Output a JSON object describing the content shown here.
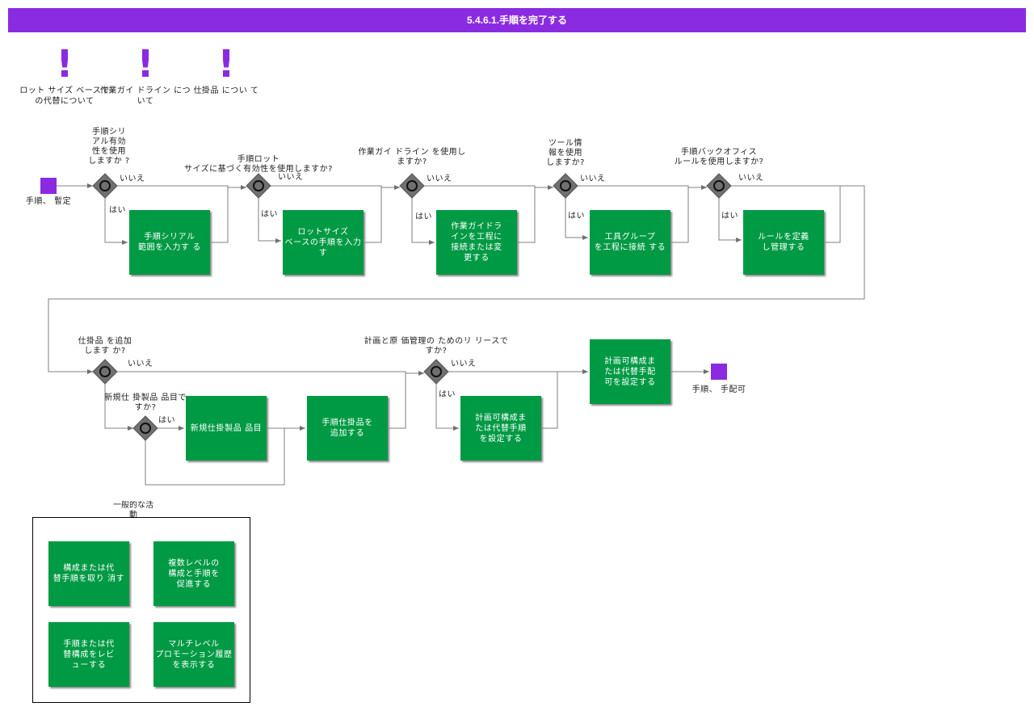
{
  "header": {
    "title": "5.4.6.1.手順を完了する"
  },
  "colors": {
    "purple": "#8a2be2",
    "green": "#009a44",
    "gateway": "#707070",
    "line": "#808080"
  },
  "notes": [
    {
      "icon": "exclamation-icon",
      "text": "ロット サイズ\nベースでの代替について"
    },
    {
      "icon": "exclamation-icon",
      "text": "作業ガイ ドライン\nについて"
    },
    {
      "icon": "exclamation-icon",
      "text": "仕掛品 につい\nて"
    }
  ],
  "events": {
    "start_label": "手順、 暫定",
    "end_label": "手順、 手配可"
  },
  "gateways": {
    "g1": "手順シリ\nアル有効\n性を使用\nしますか ?",
    "g2": "手順ロット\nサイズに基づく有効性を使用しますか?",
    "g3": "作業ガイ ドライン を使用し\nますか?",
    "g4": "ツール情\n報を使用\nしますか?",
    "g5": "手順バックオフィス\nルールを使用しますか?",
    "g6": "仕掛品 を追加\nします か?",
    "g7": "新規仕 掛製品 品目で\nすか?",
    "g8": "計画と原 価管理の ためのリ リースで\nすか?"
  },
  "branch": {
    "yes": "はい",
    "no": "いいえ"
  },
  "tasks": {
    "t1": "手順シリアル\n範囲を入力す る",
    "t2": "ロットサイズ\nベースの手順を入力す",
    "t3": "作業ガイドラ\nインを工程に\n接続または変\n更する",
    "t4": "工具グループ\nを工程に接続 する",
    "t5": "ルールを定義\nし管理する",
    "t6": "新規仕掛製品 品目",
    "t7": "手順仕掛品を\n追加する",
    "t8": "計画可構成ま\nたは代替手順\nを設定する",
    "t9": "計画可構成ま\nたは代替手配\n可を設定する"
  },
  "general": {
    "title": "一般的な活\n動",
    "tasks": [
      "構成または代\n替手順を取り 消す",
      "複数レベルの\n構成と手順を\n促進する",
      "手順または代\n替構成をレビ\nューする",
      "マルチレベル\nプロモーション履歴を表示する"
    ]
  }
}
